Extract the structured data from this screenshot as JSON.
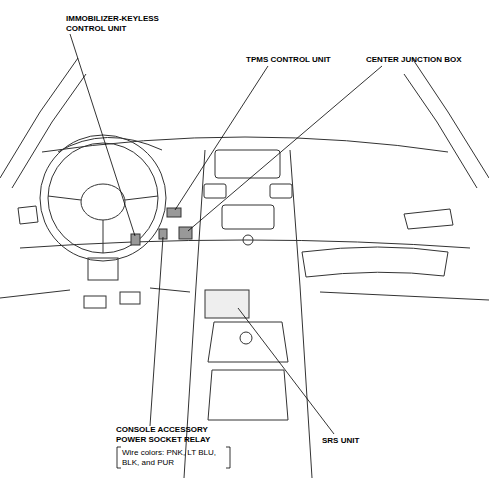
{
  "diagram": {
    "labels": [
      "IMMOBILIZER-KEYLESS CONTROL UNIT",
      "TPMS CONTROL UNIT",
      "CENTER JUNCTION BOX",
      "CONSOLE ACCESSORY POWER SOCKET RELAY",
      "Wire colors: PNK, LT BLU, BLK, and PUR",
      "SRS UNIT"
    ]
  }
}
